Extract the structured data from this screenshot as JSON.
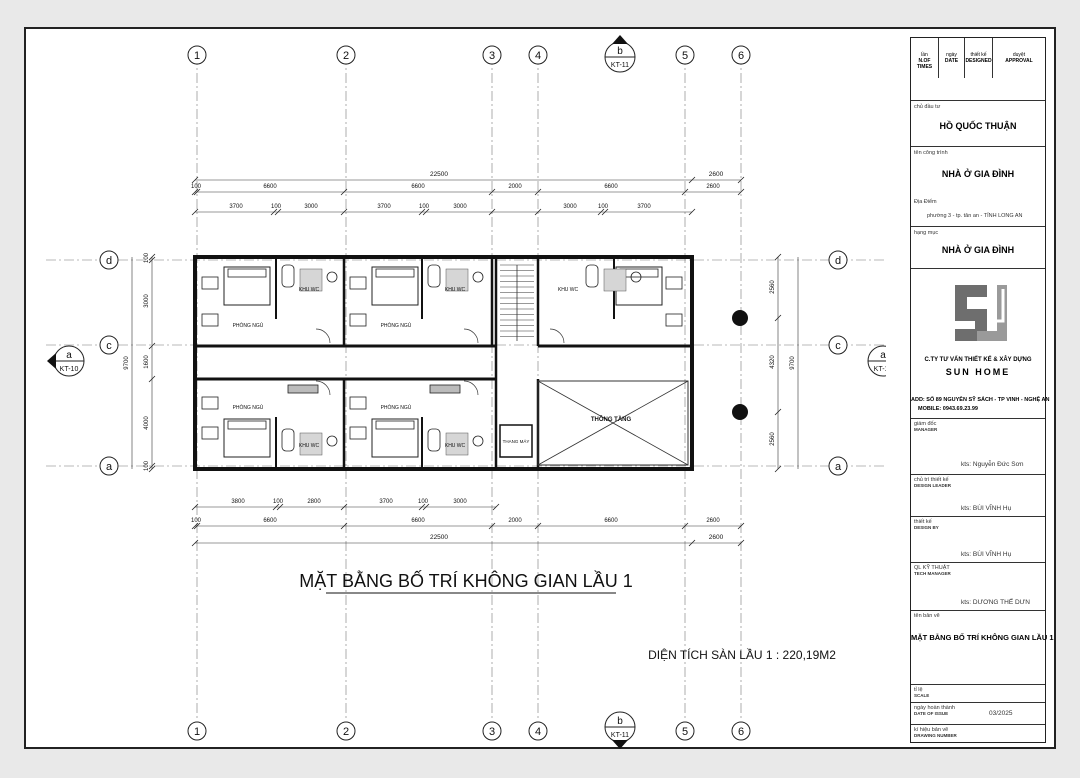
{
  "drawing": {
    "title": "MẶT BẰNG BỐ TRÍ KHÔNG GIAN LẦU 1",
    "area_label": "DIỆN TÍCH SÀN LẦU 1 : 220,19M2",
    "grid_cols": [
      "1",
      "2",
      "3",
      "4",
      "5",
      "6"
    ],
    "grid_rows": [
      "d",
      "c",
      "a"
    ],
    "section_b": {
      "letter": "b",
      "ref": "KT-11"
    },
    "section_a": {
      "letter": "a",
      "ref": "KT-10"
    },
    "dims_top_total": "22500",
    "dims_top_right": "2600",
    "dims_top_row2": [
      "100",
      "6600",
      "6600",
      "2000",
      "6600",
      "2600"
    ],
    "dims_top_row3": [
      "3700",
      "100",
      "3000",
      "3700",
      "100",
      "3000",
      "3000",
      "100",
      "3700"
    ],
    "dims_bottom_row1": [
      "3800",
      "100",
      "2800",
      "3700",
      "100",
      "3000"
    ],
    "dims_bottom_row2": [
      "100",
      "6600",
      "6600",
      "2000",
      "6600",
      "2600"
    ],
    "dims_bottom_total": "22500",
    "dims_bottom_right": "2600",
    "dims_left": [
      "100",
      "3000",
      "1600",
      "4000",
      "100",
      "9700"
    ],
    "dims_right": [
      "2560",
      "4320",
      "2560",
      "9700"
    ],
    "rooms": {
      "bedroom": "PHÒNG NGỦ",
      "wc": "KHU WC",
      "stair_void": "THÔNG TẦNG",
      "lift": "THANG MÁY"
    }
  },
  "title_block": {
    "header": [
      {
        "vi": "lần",
        "en": "N.OF TIMES"
      },
      {
        "vi": "ngày",
        "en": "DATE"
      },
      {
        "vi": "thiết kế",
        "en": "DESIGNED"
      },
      {
        "vi": "duyệt",
        "en": "APPROVAL"
      }
    ],
    "owner_label": "chủ đầu tư",
    "owner": "HỒ QUỐC THUẬN",
    "project_label": "tên công trình",
    "project": "NHÀ Ở GIA ĐÌNH",
    "location_label": "Địa Điểm",
    "location": "phường 3 - tp. tân an - TỈNH LONG AN",
    "item_label": "hạng mục",
    "item": "NHÀ Ở GIA ĐÌNH",
    "company": "C.TY TƯ VẤN THIẾT KẾ & XÂY DỰNG",
    "company_name": "SUN HOME",
    "address": "ADD: SỐ 89 NGUYỄN SỸ SÁCH - TP VINH - NGHỆ AN",
    "mobile": "MOBILE: 0943.69.23.99",
    "manager_label": "giám đốc",
    "manager_label_en": "MANAGER",
    "manager": "kts: Nguyễn Đức Sơn",
    "leader_label": "chủ trì thiết kế",
    "leader_label_en": "DESIGN LEADER",
    "leader": "kts: BÙI VĨNH Hụ",
    "designer_label": "thiết kế",
    "designer_label_en": "DESIGN BY",
    "designer": "kts: BÙI VĨNH Hụ",
    "tech_label": "QL KỸ THUẬT",
    "tech_label_en": "TECH MANAGER",
    "tech": "kts: DƯƠNG THẾ DƯN",
    "sheet_label": "tên bản vẽ",
    "sheet": "MẶT BẰNG BỐ TRÍ KHÔNG GIAN LẦU 1",
    "scale_label": "tỉ lệ",
    "scale_label_en": "SCALE",
    "date_label": "ngày hoàn thành",
    "date_label_en": "DATE OF ISSUE",
    "date": "03/2025",
    "code_label": "kí hiệu bản vẽ",
    "code_label_en": "DRAWING NUMBER"
  }
}
